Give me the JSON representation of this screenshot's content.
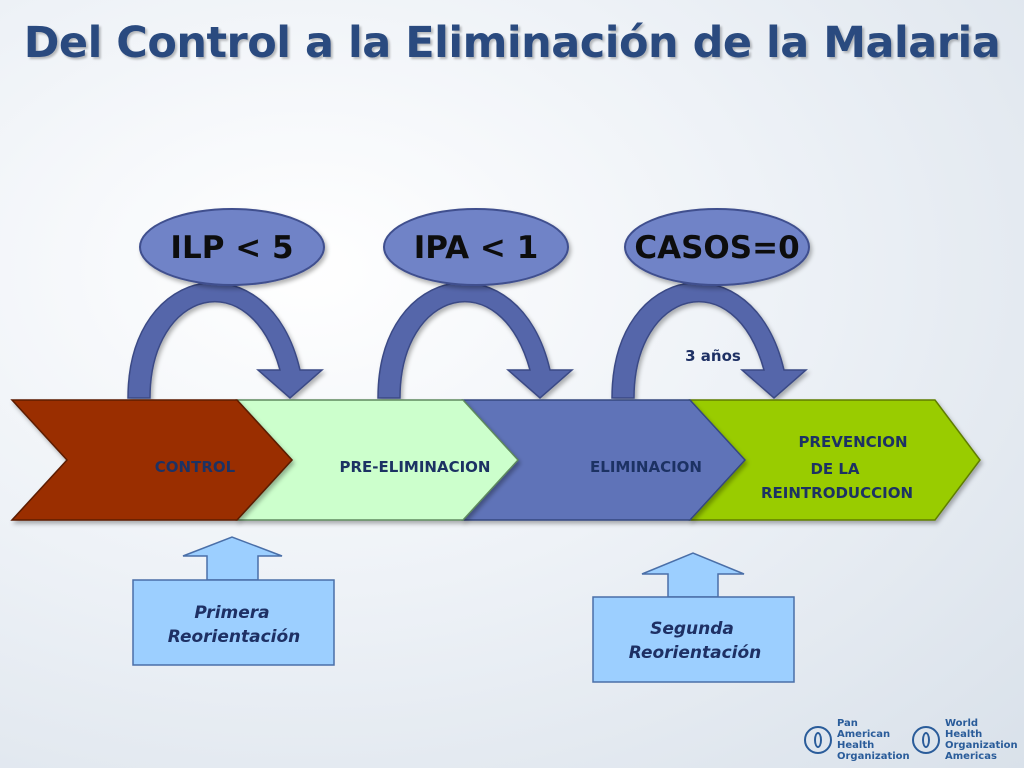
{
  "title": "Del Control a la Eliminación de la Malaria",
  "indicators": [
    "ILP < 5",
    "IPA < 1",
    "CASOS=0"
  ],
  "duration_note": "3 años",
  "stages": {
    "control": "CONTROL",
    "pre_eliminacion": "PRE-ELIMINACION",
    "eliminacion": "ELIMINACION",
    "prevencion": [
      "PREVENCION",
      "DE LA",
      "REINTRODUCCION"
    ]
  },
  "reorientations": {
    "first": [
      "Primera",
      "Reorientación"
    ],
    "second": [
      "Segunda",
      "Reorientación"
    ]
  },
  "colors": {
    "title": "#2a4a7f",
    "control": "#9a2f05",
    "pre_eliminacion": "#ccffcc",
    "eliminacion": "#5f73b8",
    "prevencion": "#99cc00",
    "oval": "#6f83c7",
    "curved_arrow": "#5566aa",
    "reorientation_box": "#9ccfff"
  },
  "logos": {
    "paho": "Pan American\nHealth\nOrganization",
    "who": "World Health\nOrganization\nAmericas"
  },
  "logo_icons": [
    "paho-globe-icon",
    "who-emblem-icon"
  ]
}
